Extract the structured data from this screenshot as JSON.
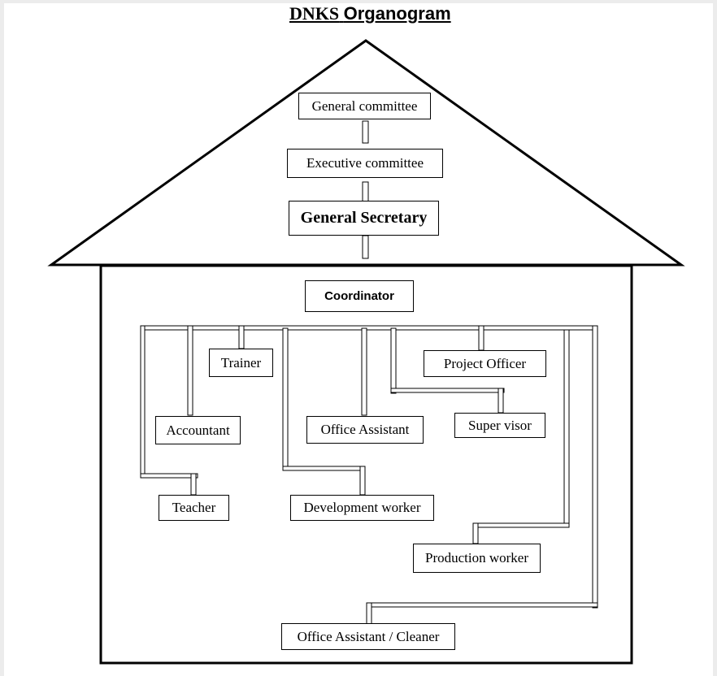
{
  "title_part1": "DNKS",
  "title_part2": "Organogram",
  "roof_units": {
    "general_committee": "General committee",
    "executive_committee": "Executive committee",
    "general_secretary": "General Secretary"
  },
  "coordinator": "Coordinator",
  "staff": {
    "accountant": "Accountant",
    "trainer": "Trainer",
    "office_assistant": "Office Assistant",
    "project_officer": "Project Officer",
    "super_visor": "Super visor",
    "teacher": "Teacher",
    "development_worker": "Development worker",
    "production_worker": "Production worker",
    "office_assistant_cleaner": "Office Assistant / Cleaner"
  }
}
